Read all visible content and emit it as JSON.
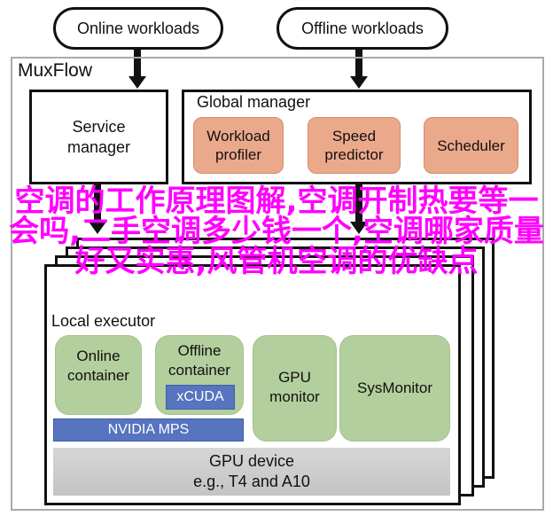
{
  "top": {
    "online_workloads": "Online workloads",
    "offline_workloads": "Offline workloads"
  },
  "muxflow": {
    "title": "MuxFlow",
    "service_manager": "Service manager",
    "global_manager": {
      "title": "Global manager",
      "workload_profiler": "Workload profiler",
      "speed_predictor": "Speed predictor",
      "scheduler": "Scheduler"
    },
    "executor": {
      "title": "Local executor",
      "online_container": "Online container",
      "offline_container": "Offline container",
      "xcuda": "xCUDA",
      "nvidia_mps": "NVIDIA MPS",
      "gpu_monitor": "GPU monitor",
      "sysmonitor": "SysMonitor",
      "gpu_device": "GPU device",
      "gpu_device_example": "e.g., T4 and A10"
    }
  },
  "overlay_text": "空调的工作原理图解,空调开制热要等一会吗,二手空调多少钱一个,空调哪家质量好又实惠,风管机空调的优缺点",
  "colors": {
    "overlay": "#ff00ff",
    "orange": "#eba98b",
    "green": "#b3cf9d",
    "blue": "#5674bf",
    "gray": "#cfcfcf"
  }
}
